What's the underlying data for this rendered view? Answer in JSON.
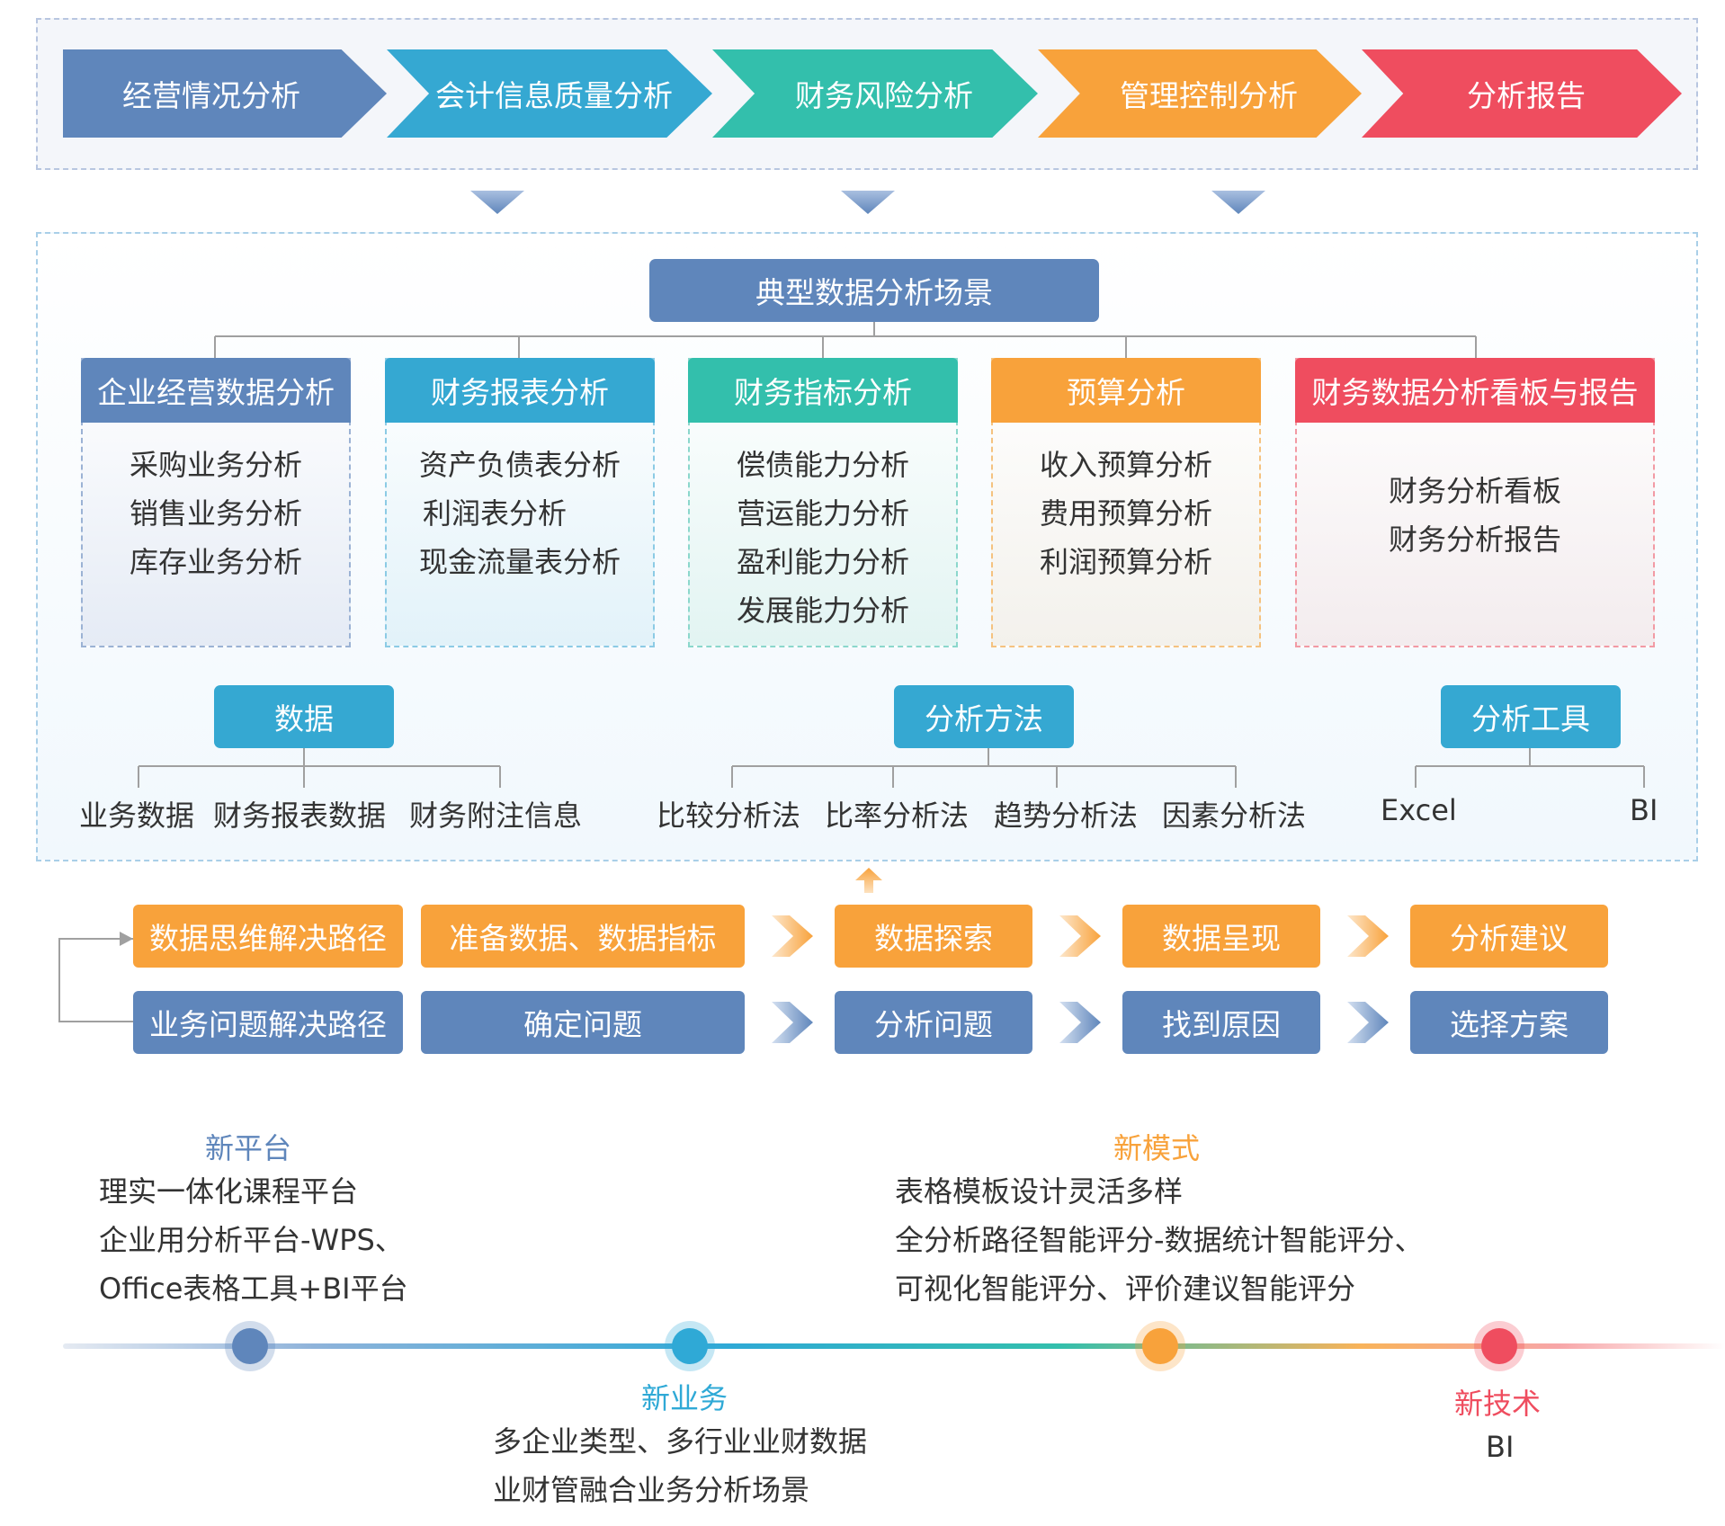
{
  "colors": {
    "steel_blue": "#5f86bb",
    "cyan": "#35a8d2",
    "teal": "#33bfac",
    "orange": "#f8a23b",
    "red": "#ef4d5f",
    "timeline_blue": "#5f86bb",
    "timeline_cyan": "#2fa9d6",
    "timeline_orange": "#f8a23b",
    "timeline_red": "#ef4d5f"
  },
  "stages": [
    {
      "label": "经营情况分析"
    },
    {
      "label": "会计信息质量分析"
    },
    {
      "label": "财务风险分析"
    },
    {
      "label": "管理控制分析"
    },
    {
      "label": "分析报告"
    }
  ],
  "scenario": {
    "title": "典型数据分析场景",
    "cards": [
      {
        "title": "企业经营数据分析",
        "items": [
          "采购业务分析",
          "销售业务分析",
          "库存业务分析"
        ]
      },
      {
        "title": "财务报表分析",
        "items": [
          "资产负债表分析",
          "利润表分析",
          "现金流量表分析"
        ]
      },
      {
        "title": "财务指标分析",
        "items": [
          "偿债能力分析",
          "营运能力分析",
          "盈利能力分析",
          "发展能力分析"
        ]
      },
      {
        "title": "预算分析",
        "items": [
          "收入预算分析",
          "费用预算分析",
          "利润预算分析"
        ]
      },
      {
        "title": "财务数据分析看板与报告",
        "items": [
          "财务分析看板",
          "财务分析报告"
        ]
      }
    ]
  },
  "groups": {
    "data": {
      "title": "数据",
      "items": [
        "业务数据",
        "财务报表数据",
        "财务附注信息"
      ]
    },
    "methods": {
      "title": "分析方法",
      "items": [
        "比较分析法",
        "比率分析法",
        "趋势分析法",
        "因素分析法"
      ]
    },
    "tools": {
      "title": "分析工具",
      "items": [
        "Excel",
        "BI"
      ]
    }
  },
  "flows": {
    "data_path": {
      "title": "数据思维解决路径",
      "steps": [
        "准备数据、数据指标",
        "数据探索",
        "数据呈现",
        "分析建议"
      ]
    },
    "business_path": {
      "title": "业务问题解决路径",
      "steps": [
        "确定问题",
        "分析问题",
        "找到原因",
        "选择方案"
      ]
    }
  },
  "timeline": {
    "platform": {
      "title": "新平台",
      "lines": [
        "理实一体化课程平台",
        "企业用分析平台-WPS、",
        "Office表格工具+BI平台"
      ]
    },
    "business": {
      "title": "新业务",
      "lines": [
        "多企业类型、多行业业财数据",
        "业财管融合业务分析场景"
      ]
    },
    "mode": {
      "title": "新模式",
      "lines": [
        "表格模板设计灵活多样",
        "全分析路径智能评分-数据统计智能评分、",
        "可视化智能评分、评价建议智能评分"
      ]
    },
    "tech": {
      "title": "新技术",
      "lines": [
        "BI"
      ]
    }
  }
}
